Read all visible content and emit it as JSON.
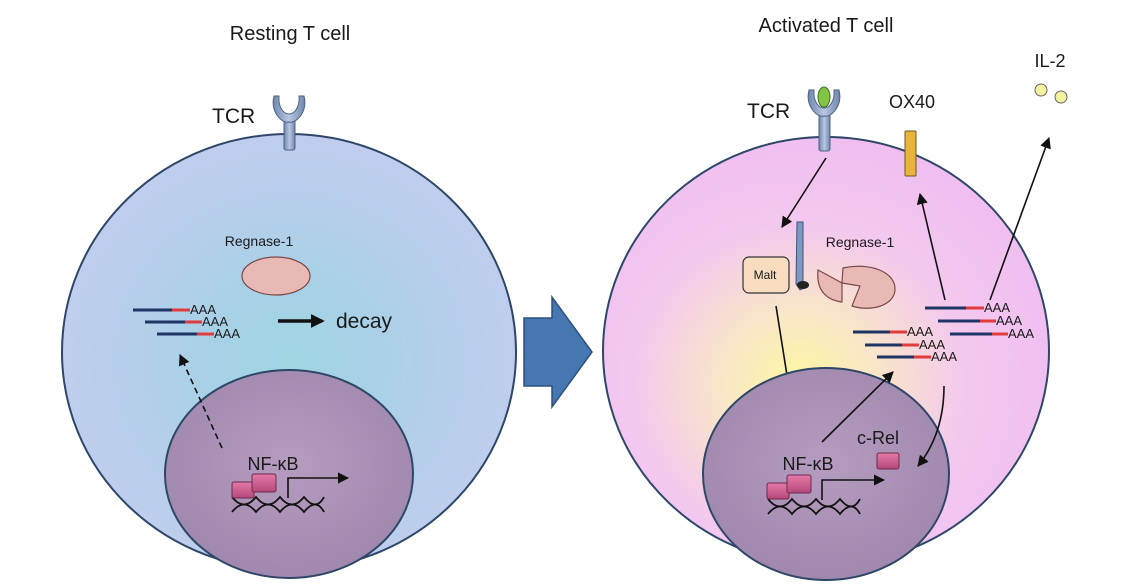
{
  "panels": {
    "resting": {
      "title": "Resting T cell",
      "tcr_label": "TCR",
      "regnase_label": "Regnase-1",
      "decay_label": "decay",
      "nfkb_label": "NF-κB",
      "polya_labels": [
        "AAA",
        "AAA",
        "AAA"
      ]
    },
    "activated": {
      "title": "Activated T cell",
      "tcr_label": "TCR",
      "ox40_label": "OX40",
      "il2_label": "IL-2",
      "regnase_label": "Regnase-1",
      "malt_label": "Malt",
      "crel_label": "c-Rel",
      "nfkb_label": "NF-κB",
      "polya_labels_upper": [
        "AAA",
        "AAA",
        "AAA"
      ],
      "polya_labels_lower": [
        "AAA",
        "AAA",
        "AAA"
      ]
    }
  },
  "colors": {
    "resting_cell": "#bcc8ea",
    "resting_cell_center": "#a8d4e4",
    "activated_cell": "#f2c0f2",
    "activated_cell_center": "#fbf6a6",
    "nucleus": "#a890b4",
    "cell_border": "#2e4768",
    "regnase": "#e9b9b6",
    "mrna_strand": "#1f3566",
    "mrna_tail": "#e23b3b",
    "transition_arrow": "#4677b1",
    "il2_dot": "#f4f1a0",
    "ox40": "#e8b43c",
    "crel": "#e57aa4",
    "nfkb_box": "#c85d8d"
  }
}
